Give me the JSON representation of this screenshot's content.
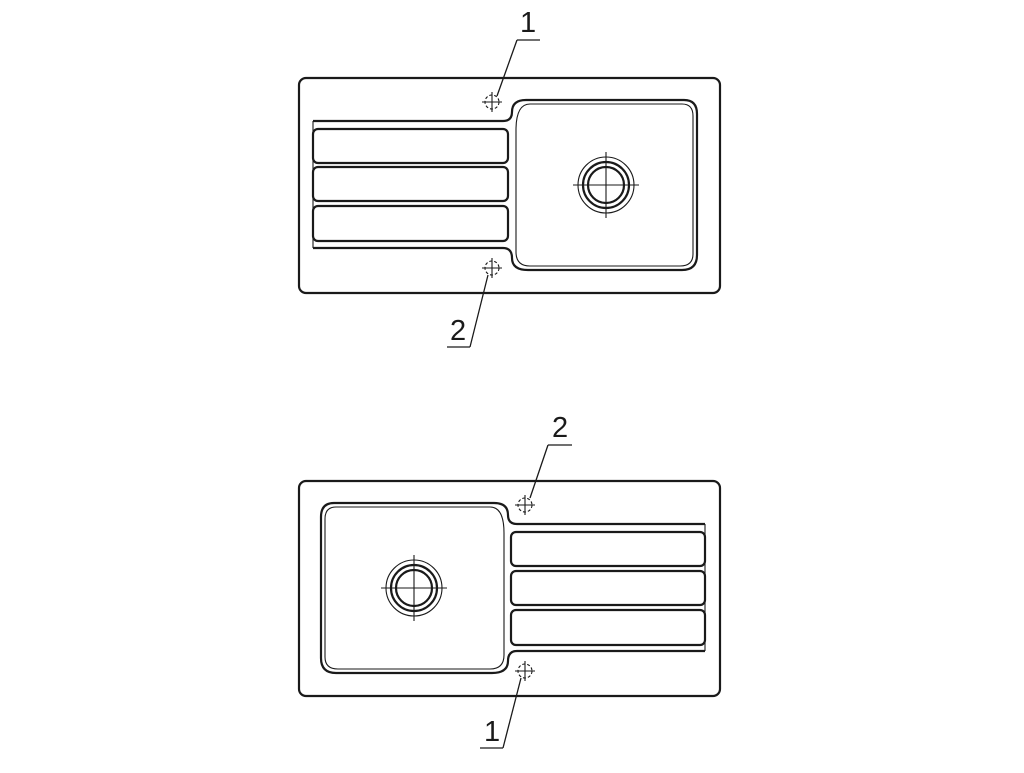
{
  "drawing": {
    "views": [
      {
        "id": "top-view",
        "orientation": "drainer-left",
        "callouts": [
          {
            "label": "1",
            "position": "top"
          },
          {
            "label": "2",
            "position": "bottom"
          }
        ]
      },
      {
        "id": "bottom-view",
        "orientation": "drainer-right",
        "callouts": [
          {
            "label": "2",
            "position": "top"
          },
          {
            "label": "1",
            "position": "bottom"
          }
        ]
      }
    ],
    "line_color": "#1a1a1a",
    "background": "#ffffff"
  }
}
